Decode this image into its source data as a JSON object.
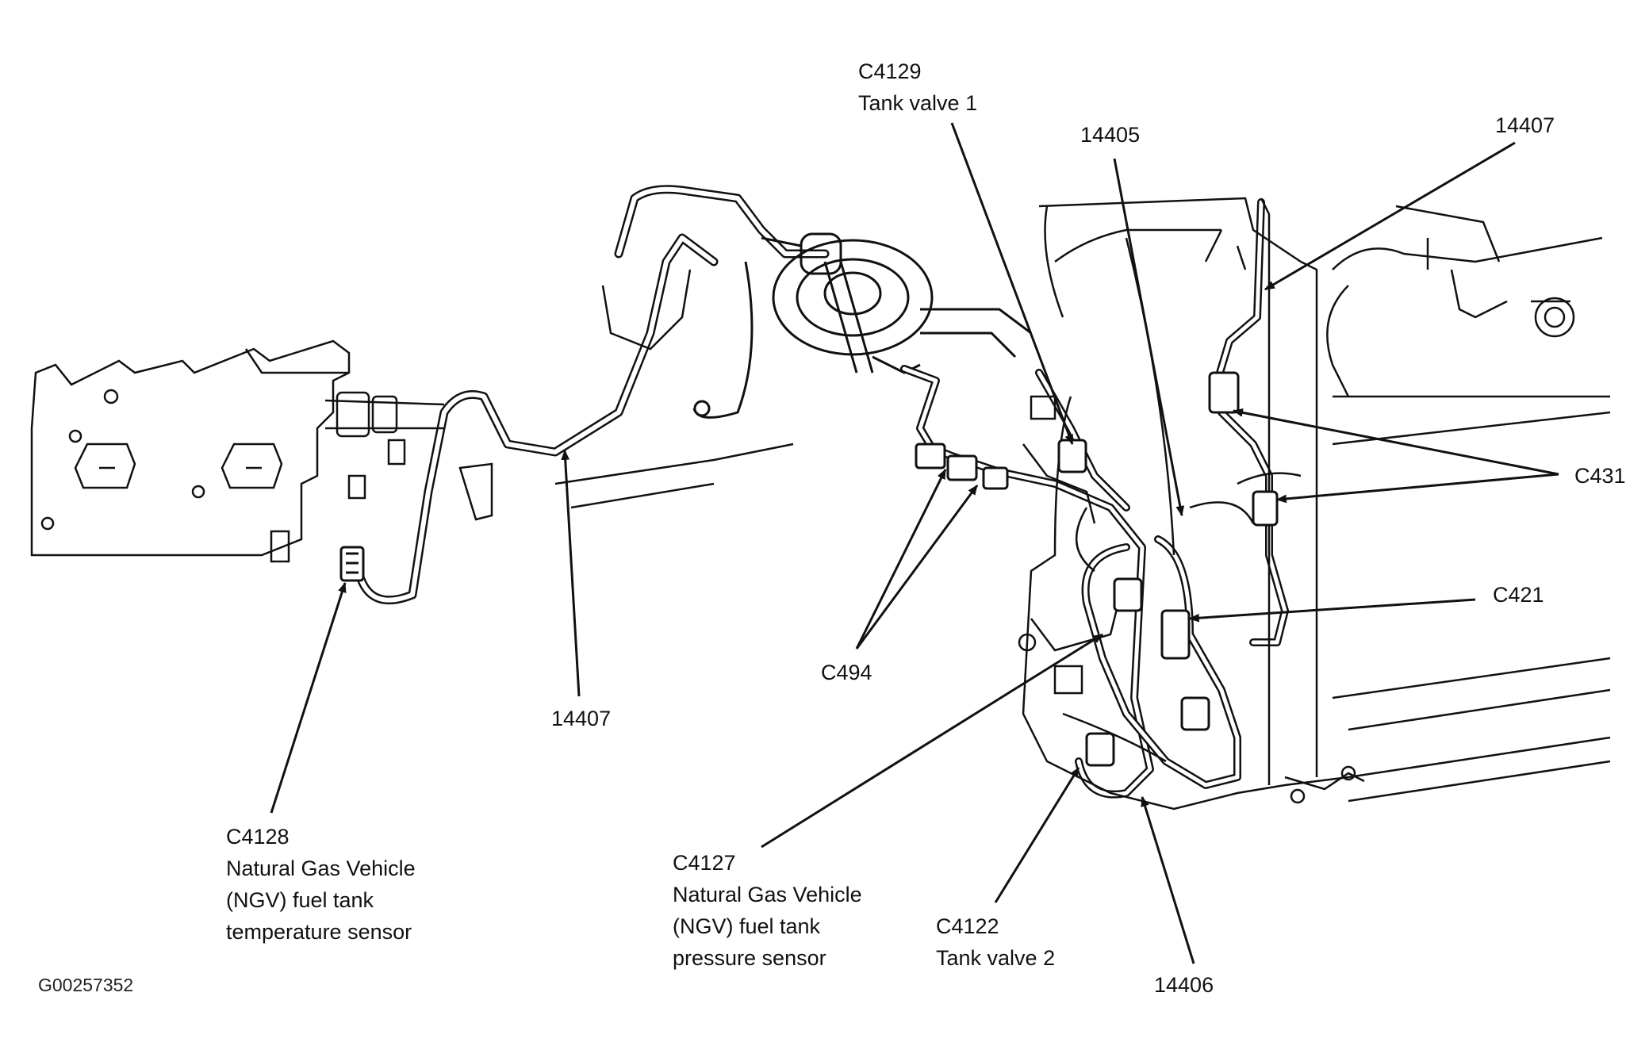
{
  "figure_id": "G00257352",
  "colors": {
    "ink": "#111111",
    "background": "#ffffff"
  },
  "callouts": {
    "c4129": {
      "code": "C4129",
      "desc": "Tank valve 1"
    },
    "p14405": {
      "code": "14405"
    },
    "p14407_top": {
      "code": "14407"
    },
    "c431": {
      "code": "C431"
    },
    "c421": {
      "code": "C421"
    },
    "c494": {
      "code": "C494"
    },
    "p14407_mid": {
      "code": "14407"
    },
    "c4128": {
      "code": "C4128",
      "desc_lines": [
        "Natural Gas Vehicle",
        "(NGV) fuel tank",
        "temperature sensor"
      ]
    },
    "c4127": {
      "code": "C4127",
      "desc_lines": [
        "Natural Gas Vehicle",
        "(NGV) fuel tank",
        "pressure sensor"
      ]
    },
    "c4122": {
      "code": "C4122",
      "desc": "Tank valve 2"
    },
    "p14406": {
      "code": "14406"
    }
  }
}
